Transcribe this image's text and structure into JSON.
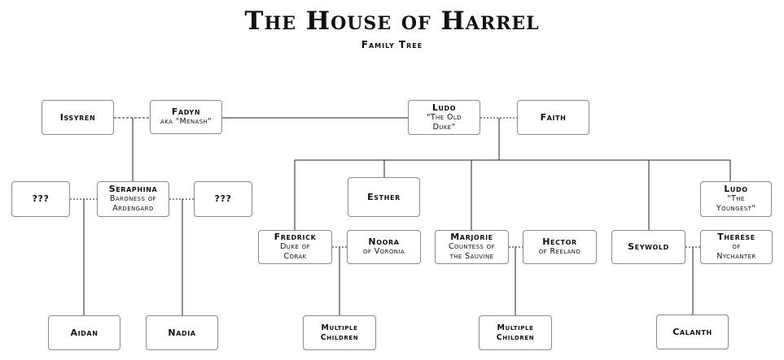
{
  "title": "The House of Harrel",
  "subtitle": "Family Tree",
  "people": {
    "issyren": {
      "name": "Issyren"
    },
    "fadyn": {
      "name": "Fadyn",
      "sub": "aka \"Menash\""
    },
    "ludo_old": {
      "name": "Ludo",
      "sub1": "\"The Old",
      "sub2": "Duke\""
    },
    "faith": {
      "name": "Faith"
    },
    "unknown_left": {
      "name": "???"
    },
    "seraphina": {
      "name": "Seraphina",
      "sub1": "Baroness of",
      "sub2": "Ardengard"
    },
    "unknown_right": {
      "name": "???"
    },
    "esther": {
      "name": "Esther"
    },
    "ludo_young": {
      "name": "Ludo",
      "sub1": "\"The",
      "sub2": "Youngest\""
    },
    "fredrick": {
      "name": "Fredrick",
      "sub1": "Duke of",
      "sub2": "Corak"
    },
    "noora": {
      "name": "Noora",
      "sub": "of Voronia"
    },
    "marjorie": {
      "name": "Marjorie",
      "sub1": "Countess of",
      "sub2": "the Sauvine"
    },
    "hector": {
      "name": "Hector",
      "sub": "of Reeland"
    },
    "seywold": {
      "name": "Seywold"
    },
    "therese": {
      "name": "Therese",
      "sub1": "of",
      "sub2": "Nychanter"
    },
    "aidan": {
      "name": "Aidan"
    },
    "nadia": {
      "name": "Nadia"
    },
    "children_1": {
      "line1": "Multiple",
      "line2": "Children"
    },
    "children_2": {
      "line1": "Multiple",
      "line2": "Children"
    },
    "calanth": {
      "name": "Calanth"
    }
  }
}
